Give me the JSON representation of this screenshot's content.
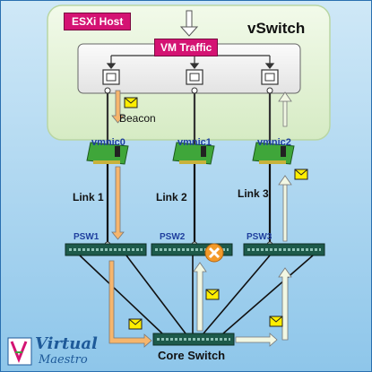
{
  "host": {
    "label": "ESXi Host"
  },
  "vswitch": {
    "title": "vSwitch"
  },
  "traffic": {
    "label": "VM Traffic"
  },
  "beacon": {
    "label": "Beacon"
  },
  "nics": [
    {
      "label": "vmnic0"
    },
    {
      "label": "vmnic1"
    },
    {
      "label": "vmnic2"
    }
  ],
  "links": [
    {
      "label": "Link 1"
    },
    {
      "label": "Link 2"
    },
    {
      "label": "Link 3"
    }
  ],
  "physical_switches": [
    {
      "label": "PSW1",
      "status": "ok"
    },
    {
      "label": "PSW2",
      "status": "failed"
    },
    {
      "label": "PSW3",
      "status": "ok"
    }
  ],
  "core_switch": {
    "label": "Core Switch"
  },
  "logo": {
    "main": "Virtual",
    "sub": "Maestro"
  },
  "colors": {
    "host_badge": "#d41373",
    "host_box": "#dff0cc",
    "nic_green": "#3fa63a",
    "switch_dark": "#1d5a4a",
    "beacon_arrow": "#f6b56c",
    "return_arrow": "#f1f7e3",
    "fail_marker": "#f39a2a",
    "envelope": "#ffee00"
  },
  "icons": [
    "ethernet-port-icon",
    "envelope-icon",
    "failure-x-icon",
    "switch-icon",
    "network-card-icon"
  ]
}
